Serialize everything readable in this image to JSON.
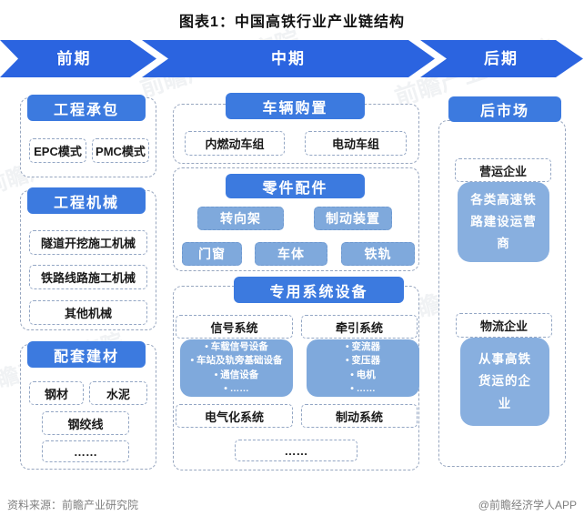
{
  "title": "图表1：中国高铁行业产业链结构",
  "stages": {
    "early": "前期",
    "mid": "中期",
    "late": "后期"
  },
  "left": {
    "contracting": {
      "header": "工程承包",
      "items": [
        "EPC模式",
        "PMC模式"
      ]
    },
    "machinery": {
      "header": "工程机械",
      "items": [
        "隧道开挖施工机械",
        "铁路线路施工机械",
        "其他机械"
      ]
    },
    "materials": {
      "header": "配套建材",
      "items": [
        "钢材",
        "水泥",
        "钢绞线",
        "……"
      ]
    }
  },
  "middle": {
    "vehicle_purchase": {
      "header": "车辆购置",
      "items": [
        "内燃动车组",
        "电动车组"
      ]
    },
    "parts": {
      "header": "零件配件",
      "items": [
        "转向架",
        "制动装置",
        "门窗",
        "车体",
        "铁轨"
      ]
    },
    "systems": {
      "header": "专用系统设备",
      "signal": {
        "title": "信号系统",
        "bullets": [
          "车载信号设备",
          "车站及轨旁基础设备",
          "通信设备",
          "……"
        ]
      },
      "traction": {
        "title": "牵引系统",
        "bullets": [
          "变流器",
          "变压器",
          "电机",
          "……"
        ]
      },
      "electrification": "电气化系统",
      "braking": "制动系统",
      "more": "……"
    }
  },
  "right": {
    "header": "后市场",
    "operation": {
      "title": "营运企业",
      "desc": "各类高速铁路建设运营商"
    },
    "logistics": {
      "title": "物流企业",
      "desc": "从事高铁货运的企业"
    }
  },
  "footer": {
    "source": "资料来源：前瞻产业研究院",
    "credit": "@前瞻经济学人APP"
  },
  "watermark": "前瞻产业研究院",
  "colors": {
    "band_blue": "#2B64E0",
    "header_blue": "#3C7ADF",
    "light_blue_box": "#7FA9DC",
    "right_big_box": "#88AFDF",
    "dashed_border": "#97A6BF",
    "footer_gray": "#7f7f7f"
  }
}
